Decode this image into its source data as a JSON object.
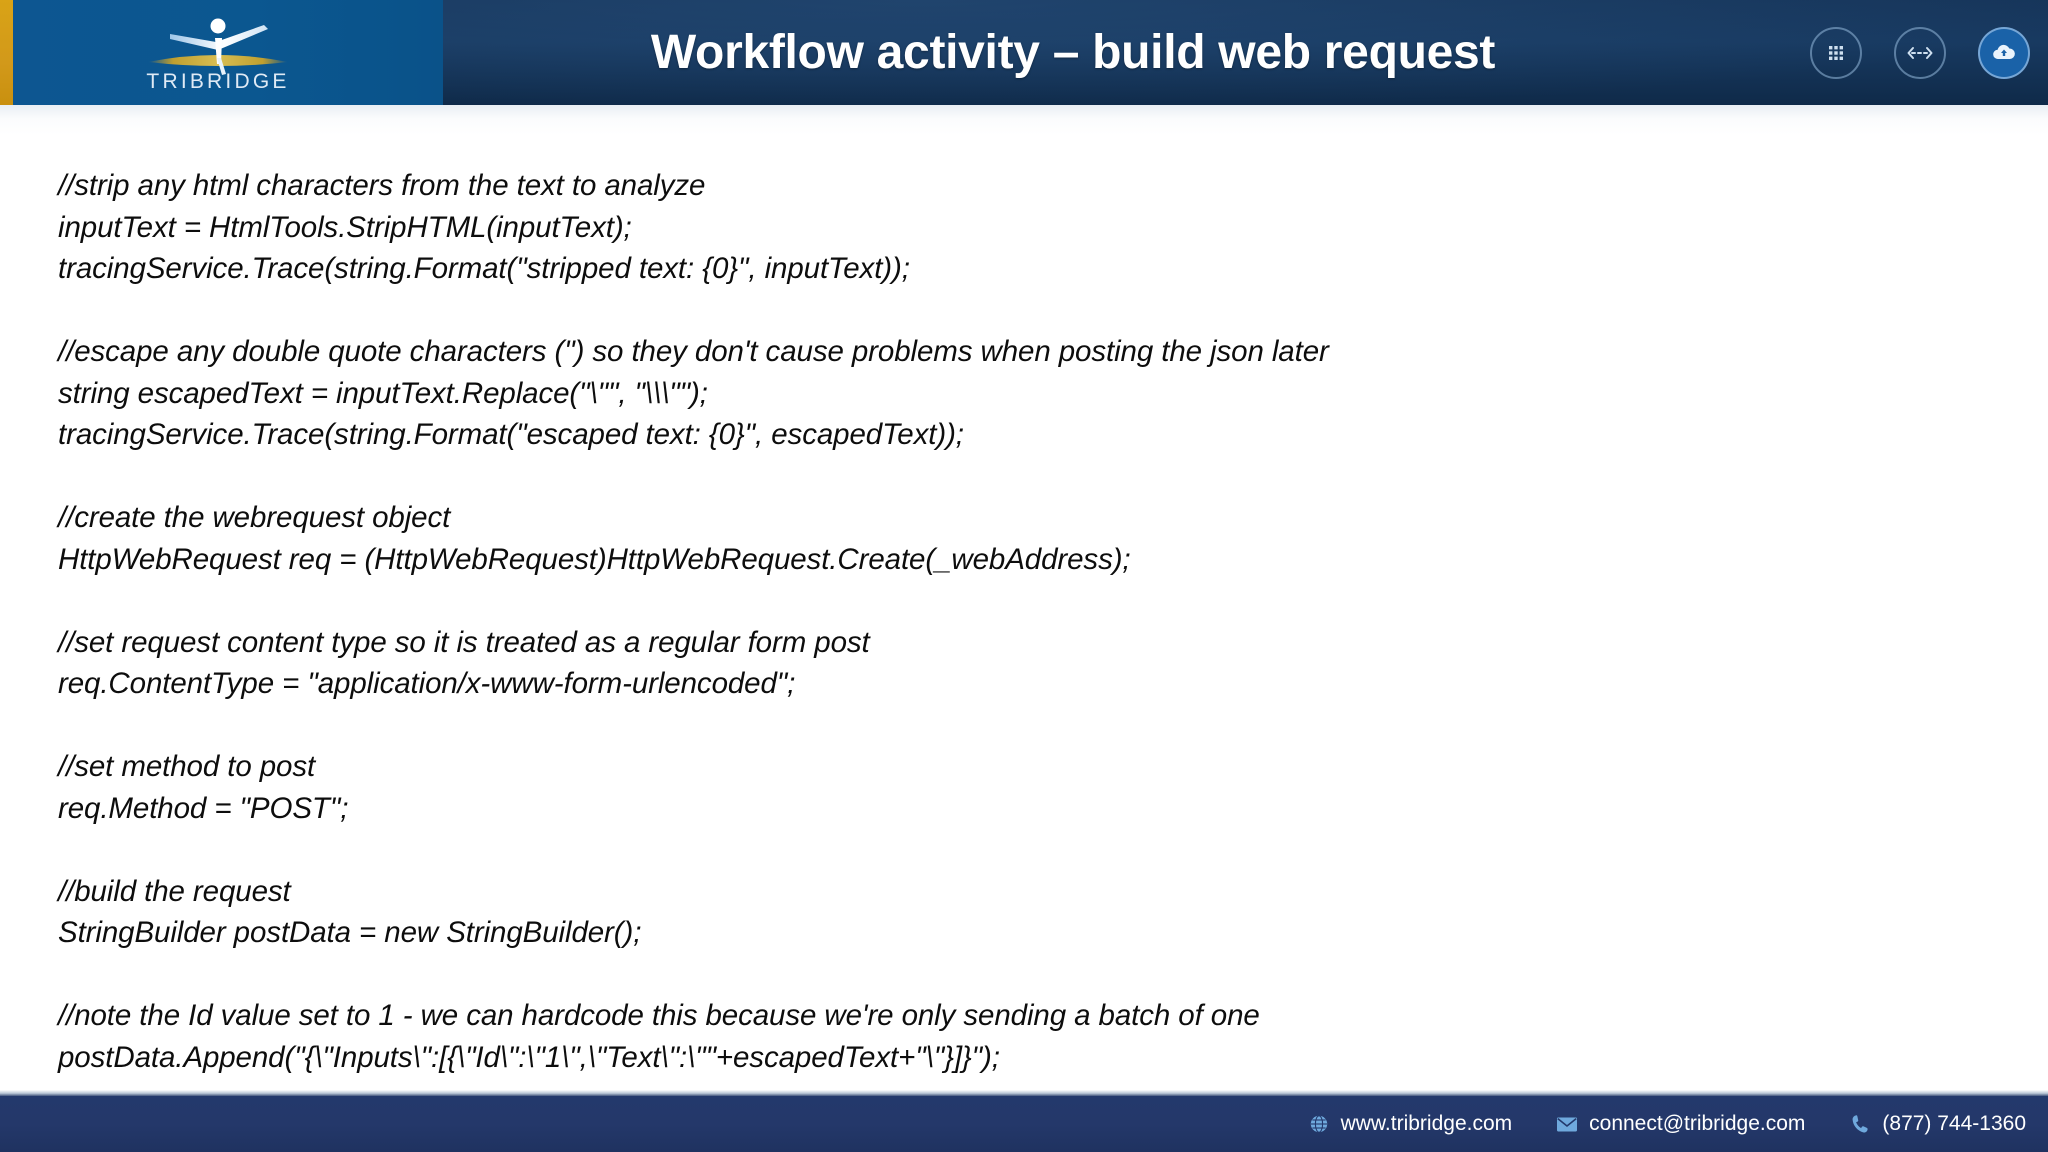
{
  "header": {
    "title": "Workflow activity – build web request",
    "logo_text": "TRIBRIDGE",
    "accent_gold": "#d9a316",
    "panel_blue": "#0d5691",
    "dark_blue": "#16355a",
    "icons": [
      {
        "name": "apps-grid-icon",
        "glyph": "grid"
      },
      {
        "name": "resize-horizontal-icon",
        "glyph": "arrows"
      },
      {
        "name": "cloud-icon",
        "glyph": "cloud"
      }
    ]
  },
  "code": {
    "lines": [
      "//strip any html characters from the text to analyze",
      "inputText = HtmlTools.StripHTML(inputText);",
      "tracingService.Trace(string.Format(\"stripped text: {0}\", inputText));",
      "",
      "//escape any double quote characters (\") so they don't cause problems when posting the json later",
      "string escapedText = inputText.Replace(\"\\\"\", \"\\\\\\\"\");",
      "tracingService.Trace(string.Format(\"escaped text: {0}\", escapedText));",
      "",
      "//create the webrequest object",
      "HttpWebRequest req = (HttpWebRequest)HttpWebRequest.Create(_webAddress);",
      "",
      "//set request content type so it is treated as a regular form post",
      "req.ContentType = \"application/x-www-form-urlencoded\";",
      "",
      "//set method to post",
      "req.Method = \"POST\";",
      "",
      "//build the request",
      "StringBuilder postData = new StringBuilder();",
      "",
      "//note the Id value set to 1 - we can hardcode this because we're only sending a batch of one",
      "postData.Append(\"{\\\"Inputs\\\":[{\\\"Id\\\":\\\"1\\\",\\\"Text\\\":\\\"\"+escapedText+\"\\\"}]}\");"
    ]
  },
  "footer": {
    "website": "www.tribridge.com",
    "email": "connect@tribridge.com",
    "phone": "(877) 744-1360",
    "background": "#23396c",
    "icon_color": "#7fb6e6"
  }
}
